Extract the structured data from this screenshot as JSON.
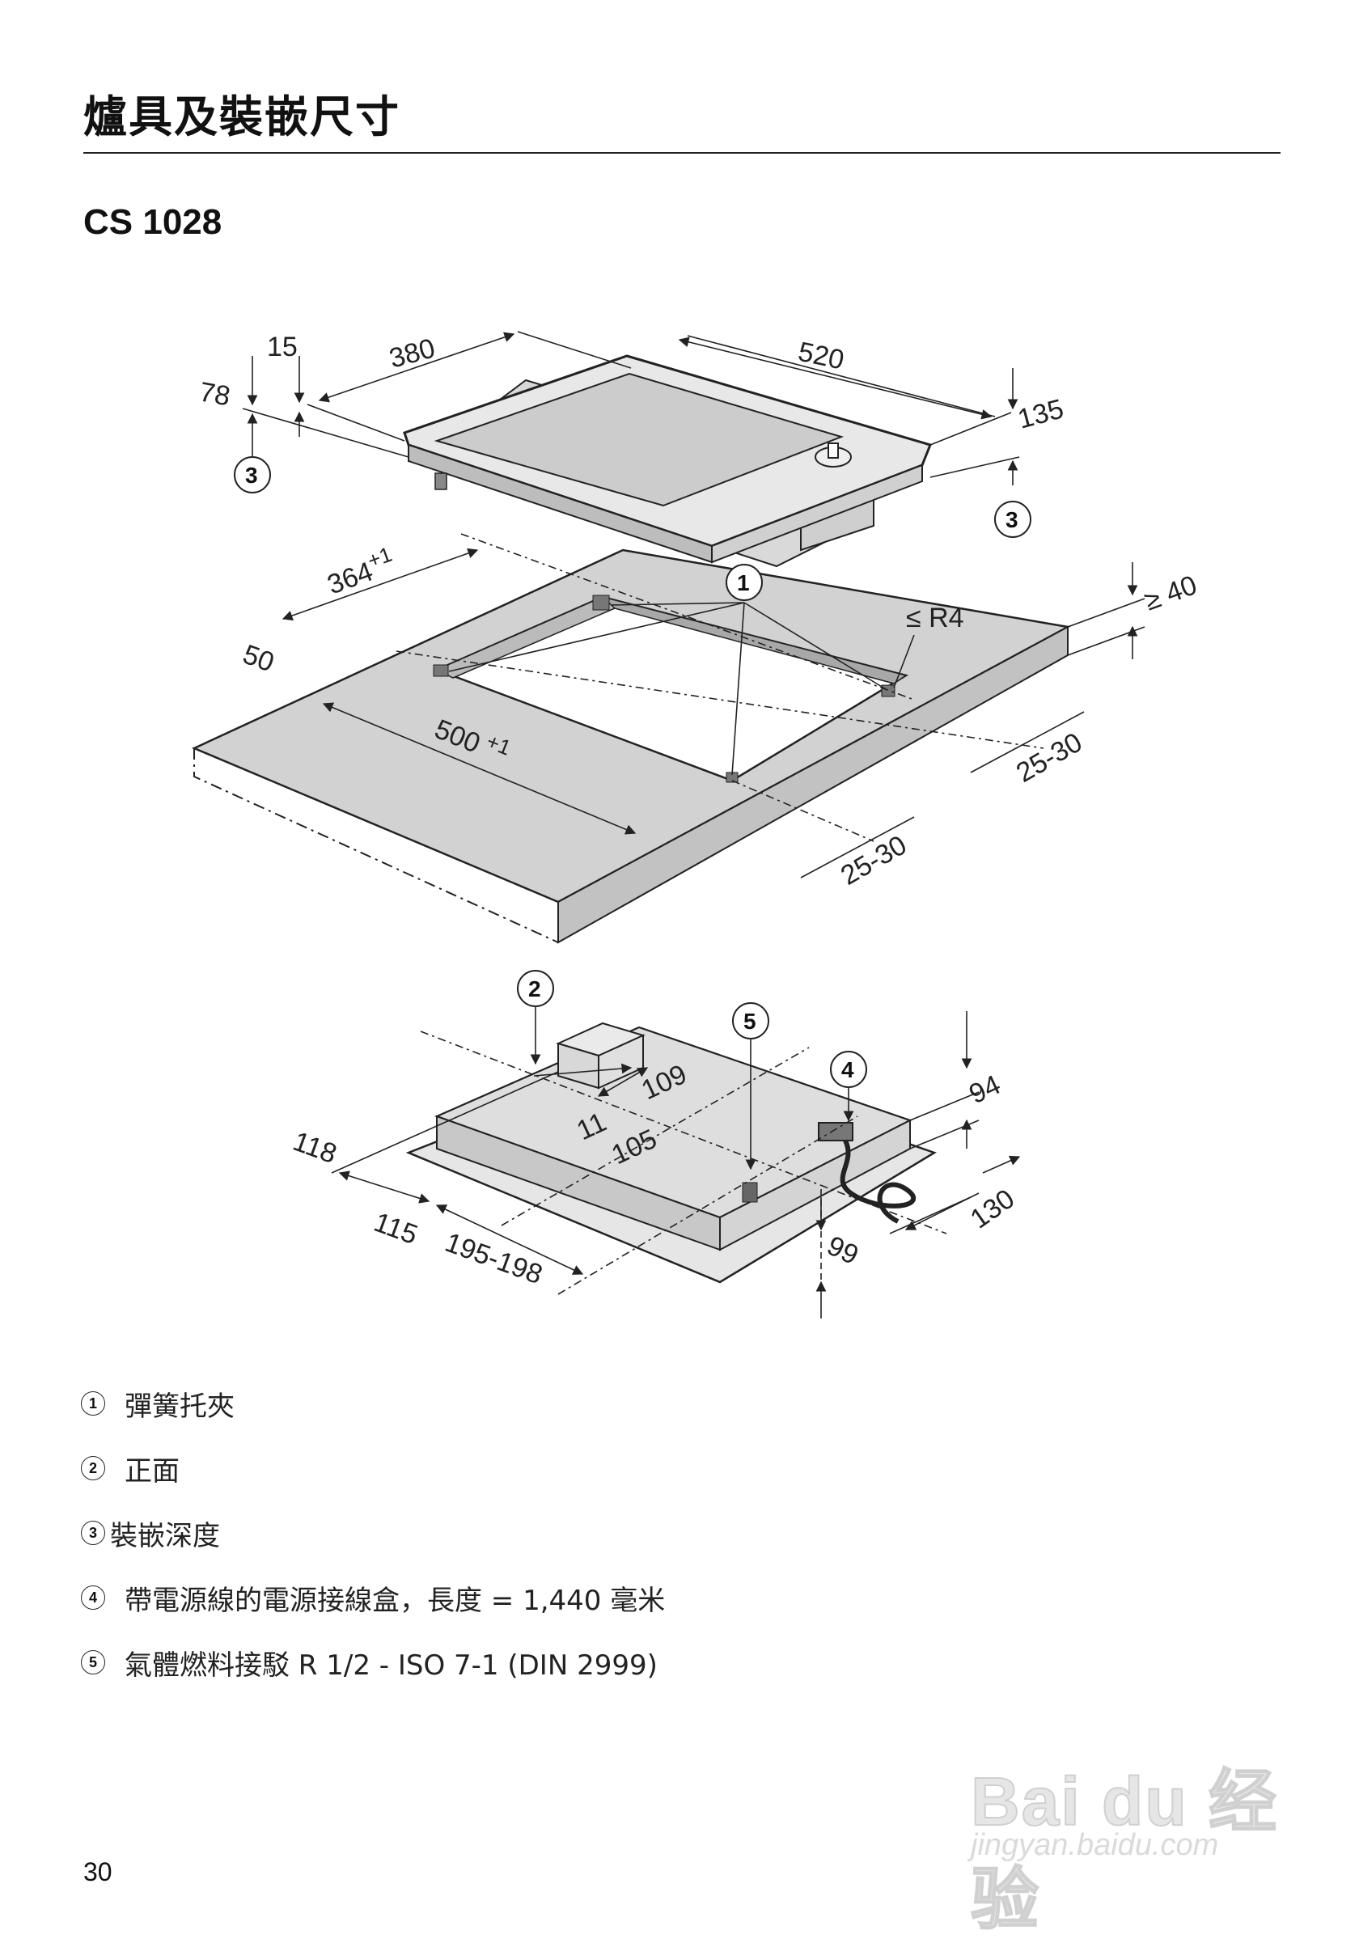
{
  "page": {
    "title": "爐具及裝嵌尺寸",
    "model": "CS 1028",
    "page_number": "30"
  },
  "drawing": {
    "top_dims": {
      "d15": "15",
      "d78": "78",
      "d380": "380",
      "d520": "520",
      "d135": "135"
    },
    "cutout_dims": {
      "d364": "364",
      "d364_tol": "+1",
      "d364_tol2": "-",
      "d50": "50",
      "d500": "500",
      "d500_tol": "+1",
      "d500_tol2": "-",
      "r4": "≤ R4",
      "d40": "≥ 40",
      "d2530a": "25-30",
      "d2530b": "25-30"
    },
    "bottom_dims": {
      "d118": "118",
      "d115": "115",
      "d195": "195-198",
      "d11": "11",
      "d109": "109",
      "d105": "105",
      "d94": "94",
      "d130": "130",
      "d99": "99"
    },
    "callouts": {
      "c1": "1",
      "c2": "2",
      "c3": "3",
      "c4": "4",
      "c5": "5"
    }
  },
  "legend": [
    {
      "num": "1",
      "text": "彈簧托夾"
    },
    {
      "num": "2",
      "text": "正面"
    },
    {
      "num": "3",
      "text": "裝嵌深度"
    },
    {
      "num": "4",
      "text": "帶電源線的電源接線盒，長度  = 1,440  毫米"
    },
    {
      "num": "5",
      "text": "氣體燃料接駁  R 1/2 - ISO 7-1 (DIN 2999)"
    }
  ],
  "watermark": {
    "brand": "Bai du 经验",
    "url": "jingyan.baidu.com"
  }
}
